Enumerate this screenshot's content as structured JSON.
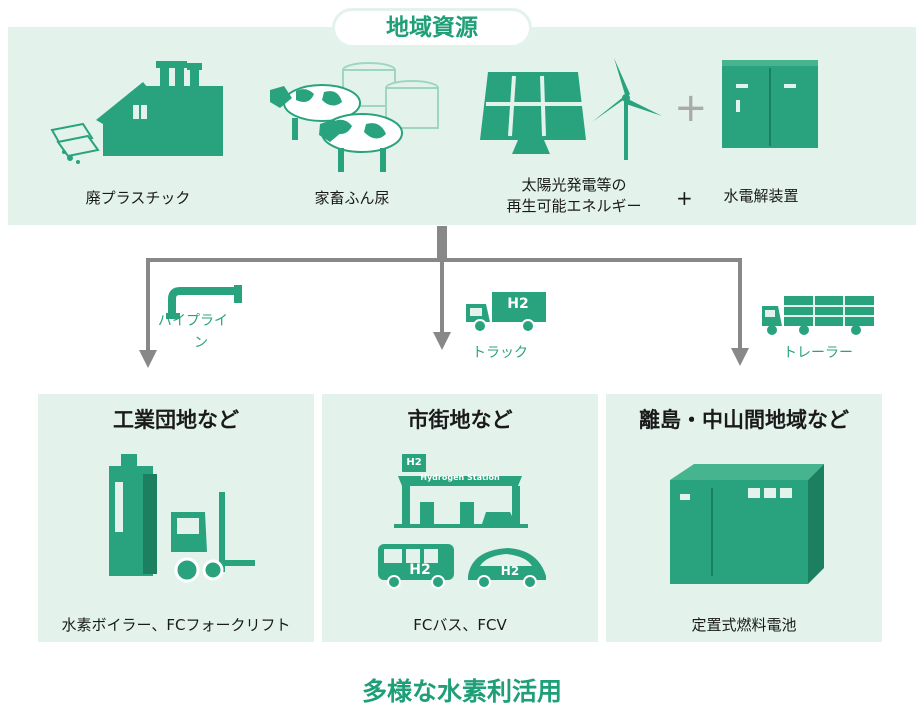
{
  "header": {
    "title": "地域資源"
  },
  "sources": [
    {
      "label": "廃プラスチック",
      "icon": "factory-icon"
    },
    {
      "label": "家畜ふん尿",
      "icon": "cows-icon"
    },
    {
      "label_line1": "太陽光発電等の",
      "label_line2": "再生可能エネルギー",
      "icon": "solar-wind-icon"
    },
    {
      "label": "水電解装置",
      "icon": "electrolyzer-icon"
    }
  ],
  "plus_sign": "+",
  "transports": [
    {
      "label_line1": "パイプライ",
      "label_line2": "ン",
      "icon": "pipeline-icon"
    },
    {
      "label": "トラック",
      "icon": "truck-icon",
      "badge": "H2"
    },
    {
      "label": "トレーラー",
      "icon": "trailer-icon"
    }
  ],
  "destinations": [
    {
      "title": "工業団地など",
      "label": "水素ボイラー、FCフォークリフト"
    },
    {
      "title": "市街地など",
      "label": "FCバス、FCV",
      "station_sign": "Hydrogen Station",
      "station_badge": "H2",
      "bus_badge": "H2",
      "car_badge": "H2"
    },
    {
      "title": "離島・中山間地域など",
      "label": "定置式燃料電池"
    }
  ],
  "footer": {
    "title": "多様な水素利活用"
  },
  "colors": {
    "accent": "#1f9f77",
    "icon": "#29a37e",
    "panel": "#e3f3ec",
    "arrow": "#888888"
  }
}
